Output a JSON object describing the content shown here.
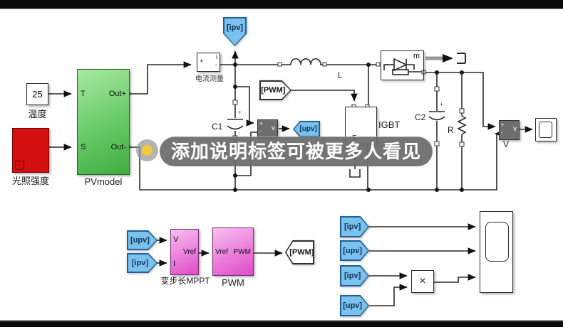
{
  "caption": {
    "text": "添加说明标签可被更多人看见"
  },
  "blocks": {
    "temperature": {
      "value": "25",
      "label": "温度"
    },
    "irradiance": {
      "label": "光照强度"
    },
    "pv": {
      "label": "PVmodel",
      "port_t": "T",
      "port_s": "S",
      "port_outp": "Out+",
      "port_outn": "Out-"
    },
    "current_meter": {
      "label": "电流测量",
      "plus": "+",
      "minus": "-",
      "i": "i"
    },
    "goto_ipv": {
      "text": "[ipv]"
    },
    "from_pwm": {
      "text": "[PWM]"
    },
    "inductor": {
      "label": "L"
    },
    "igbt": {
      "label": "IGBT",
      "e": "E"
    },
    "c1": {
      "label": "C1"
    },
    "c2": {
      "label": "C2"
    },
    "r": {
      "label": "R"
    },
    "volt_pv": {
      "plus": "+",
      "minus": "-",
      "v": "v"
    },
    "goto_upv": {
      "text": "[upv]"
    },
    "diode": {
      "m": "m"
    },
    "volt_out": {
      "plus": "+",
      "minus": "-",
      "v": "v",
      "label": "V"
    },
    "mppt": {
      "label": "变步长MPPT",
      "port_v": "V",
      "port_i": "I",
      "port_vref": "Vref"
    },
    "pwm_gen": {
      "label": "PWM",
      "port_in": "Vref",
      "port_out": "PWM"
    },
    "goto_pwm": {
      "text": "[PWM]"
    },
    "from_upv_1": {
      "text": "[upv]"
    },
    "from_ipv_1": {
      "text": "[ipv]"
    },
    "from_ipv_2": {
      "text": "[ipv]"
    },
    "from_upv_2": {
      "text": "[upv]"
    },
    "from_ipv_3": {
      "text": "[ipv]"
    },
    "from_upv_3": {
      "text": "[upv]"
    },
    "product": {
      "symbol": "×"
    }
  },
  "colors": {
    "tag_blue": "#7ac1ec",
    "block_green": "#66c966",
    "block_red": "#d40f0f",
    "block_pink": "#ec7ddb",
    "caption_bg": "#6a6a6a",
    "cursor_yellow": "#f3c93e"
  }
}
